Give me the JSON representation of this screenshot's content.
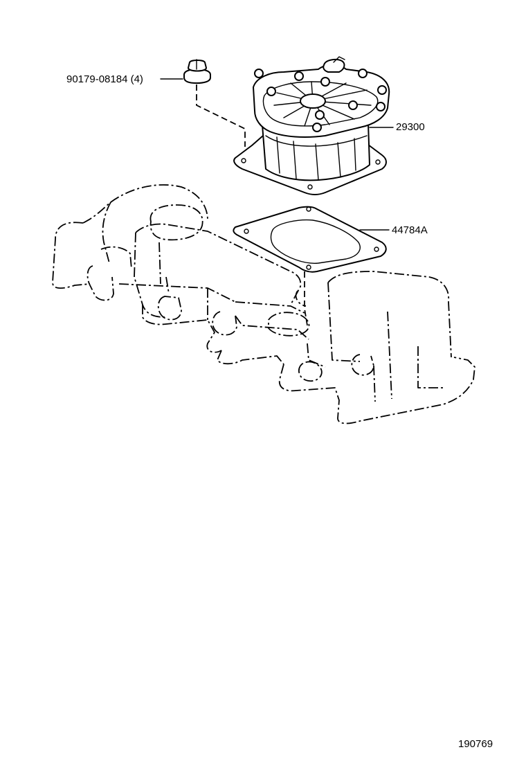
{
  "diagram": {
    "callouts": {
      "nut": "90179-08184 (4)",
      "pump": "29300",
      "gasket": "44784A"
    },
    "figure_number": "190769"
  }
}
